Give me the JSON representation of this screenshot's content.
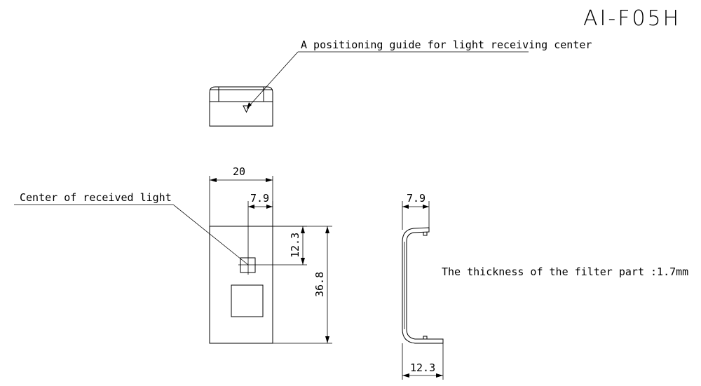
{
  "title": "AI-F05H",
  "annotations": {
    "positioning_guide": "A positioning guide for light receiving center",
    "center_label": "Center of received light",
    "thickness_note": "The thickness of the filter part :1.7mm"
  },
  "dimensions": {
    "front_width": "20",
    "front_center_x": "7.9",
    "front_center_y": "12.3",
    "front_height": "36.8",
    "side_top": "7.9",
    "side_bottom": "12.3"
  }
}
